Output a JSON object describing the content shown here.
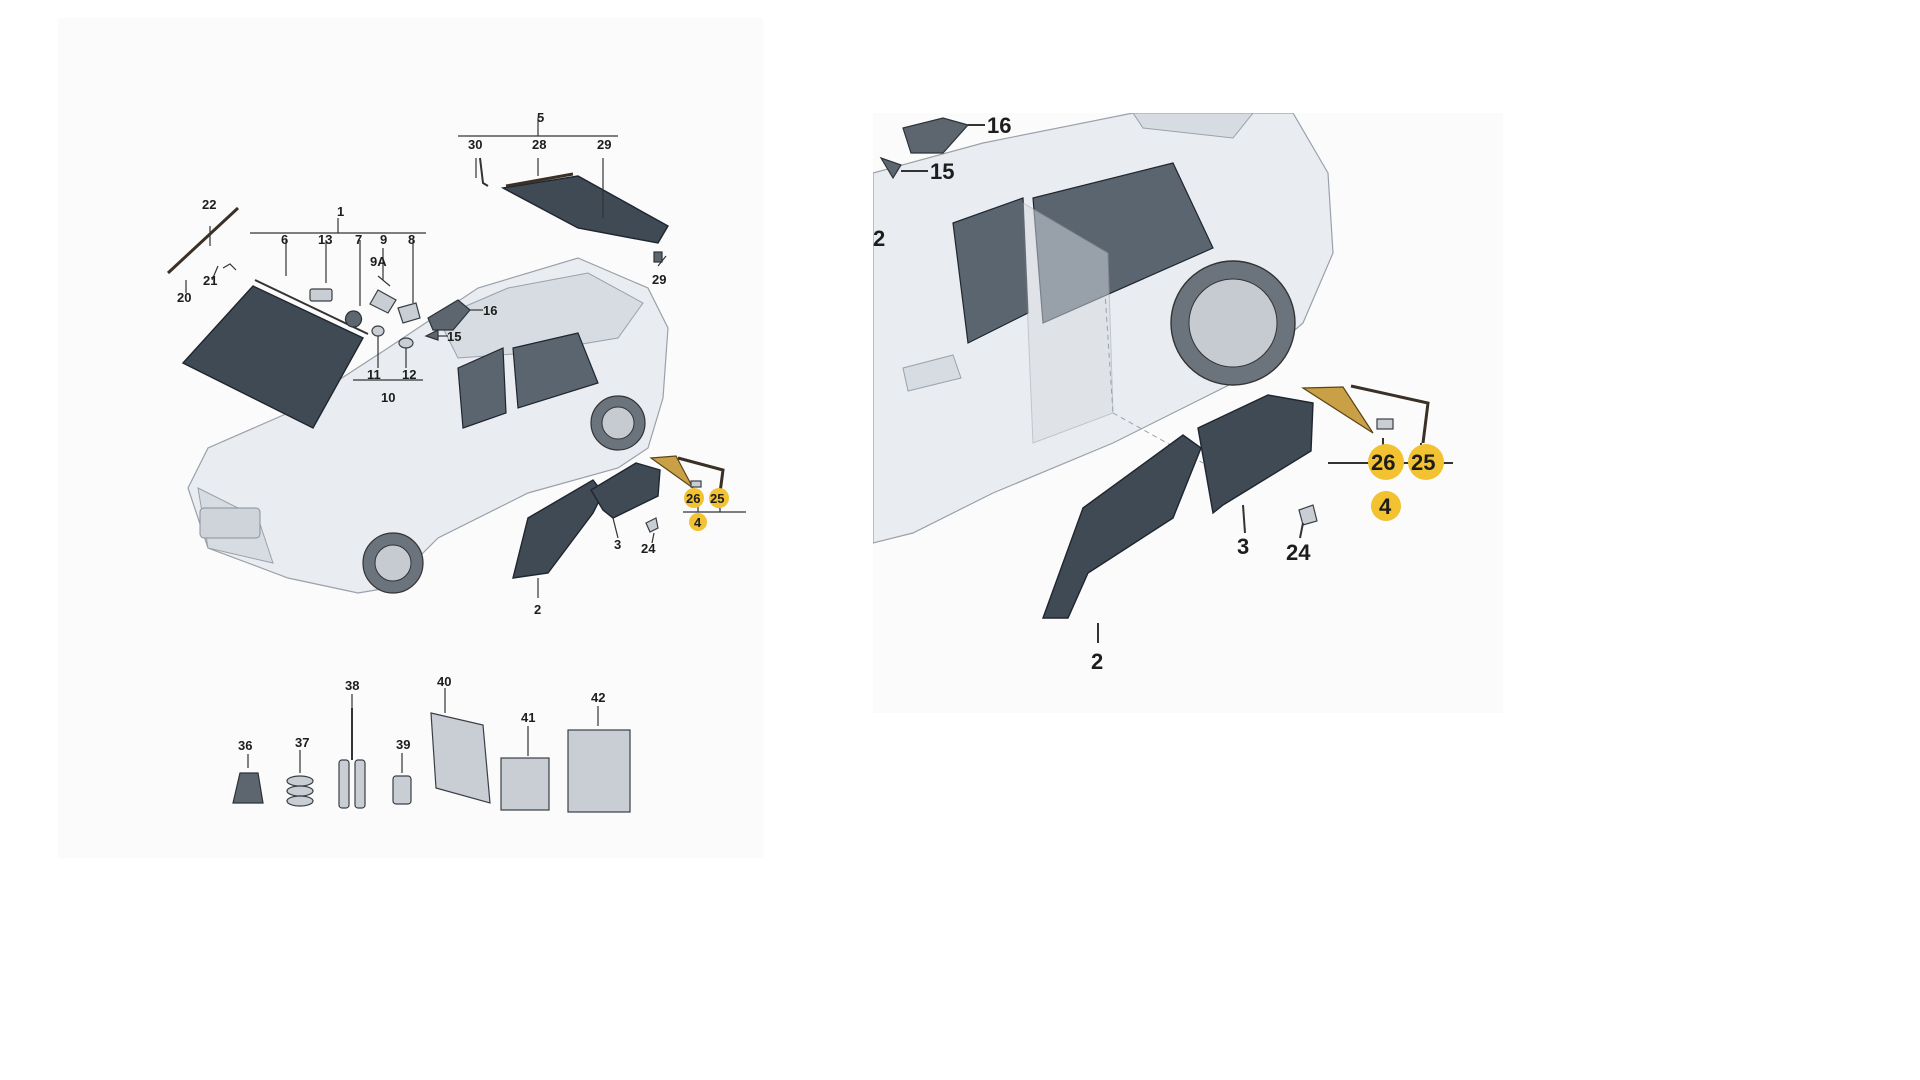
{
  "overview": {
    "labels": [
      "1",
      "2",
      "3",
      "4",
      "5",
      "6",
      "7",
      "8",
      "9",
      "9A",
      "10",
      "11",
      "12",
      "13",
      "15",
      "16",
      "20",
      "21",
      "22",
      "24",
      "25",
      "26",
      "28",
      "29",
      "29",
      "30"
    ],
    "accessory_labels": [
      "36",
      "37",
      "38",
      "39",
      "40",
      "41",
      "42"
    ],
    "highlighted": [
      "26",
      "25",
      "4"
    ]
  },
  "detail": {
    "labels": [
      "16",
      "15",
      "2",
      "2",
      "3",
      "24",
      "26",
      "25",
      "4"
    ],
    "highlighted": [
      "26",
      "25",
      "4"
    ]
  },
  "colors": {
    "highlight": "#f2c230",
    "glass": "#3f4a55",
    "car_body": "#e9ecf0"
  }
}
